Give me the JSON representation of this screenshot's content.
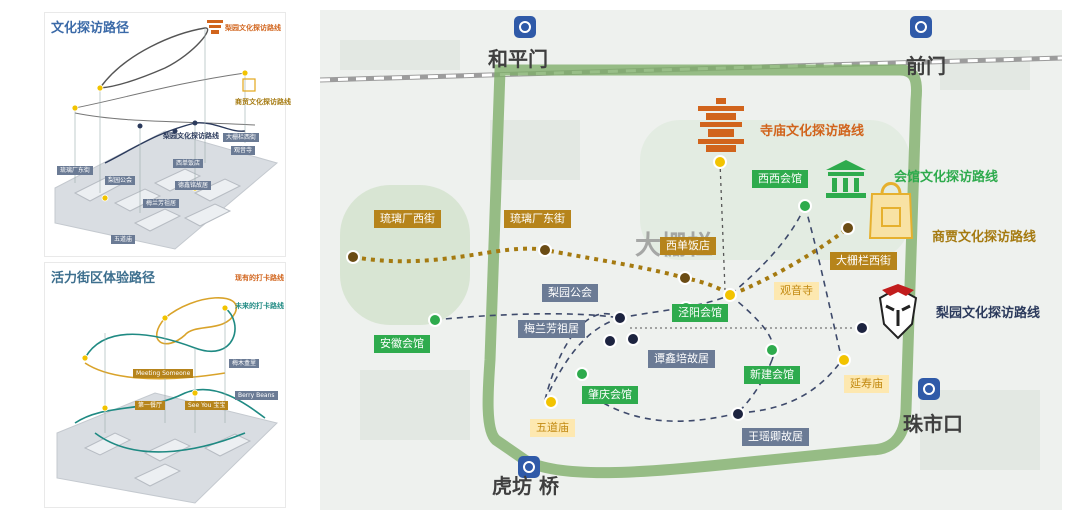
{
  "inset_culture": {
    "title": "文化探访路径",
    "routes": [
      "梨园文化探访路线",
      "商贸文化探访路线",
      "梨园文化探访路线"
    ],
    "labels": [
      "琉璃厂东街",
      "梨园公会",
      "西单饭店",
      "大栅栏西街",
      "观音寺",
      "德鑫铭故居",
      "梅兰芳祖居",
      "五道庙"
    ]
  },
  "inset_vitality": {
    "title": "活力街区体验路径",
    "routes": [
      "现有的打卡路线",
      "未来的打卡路线"
    ],
    "labels": [
      "Meeting Someone",
      "梅木盒里",
      "Berry Beans",
      "第一餐厅",
      "See You 宝宝"
    ]
  },
  "main_map": {
    "stations": {
      "hepingmen": "和平门",
      "qianmen": "前门",
      "zhushikou": "珠市口",
      "hufangqiao": "虎坊 桥"
    },
    "district": "大栅栏",
    "routes": {
      "temple": "寺庙文化探访路线",
      "guild": "会馆文化探访路线",
      "commerce": "商贾文化探访路线",
      "opera": "梨园文化探访路线"
    },
    "labels": {
      "liulichang_west": "琉璃厂西街",
      "liulichang_east": "琉璃厂东街",
      "xidan_hotel": "西单饭店",
      "dashilan_west": "大栅栏西街",
      "guanyin_temple": "观音寺",
      "xixi_guild": "西西会馆",
      "liyuan_guild": "梨园公会",
      "jingyang_guild": "泾阳会馆",
      "anhui_guild": "安徽会馆",
      "meilanfang": "梅兰芳祖居",
      "dexinming": "谭鑫培故居",
      "xinjian_guild": "新建会馆",
      "yanshou_temple": "延寿庙",
      "zhaoqing_guild": "肇庆会馆",
      "wudao_temple": "五道庙",
      "wangyaoqing": "王瑶卿故居"
    }
  },
  "colors": {
    "commerce": "#a57a10",
    "guild": "#2eab4d",
    "opera": "#2b3a5c",
    "temple": "#d1641c",
    "ring": "#7faf6a",
    "teal": "#1f8a83"
  }
}
